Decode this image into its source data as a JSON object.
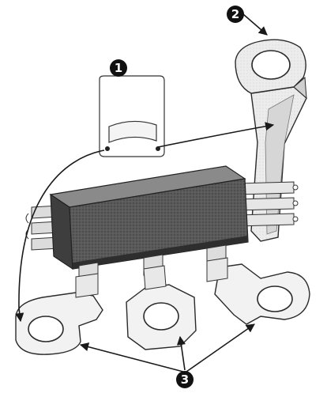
{
  "callouts": [
    {
      "id": "callout-1",
      "label": "1"
    },
    {
      "id": "callout-2",
      "label": "2"
    },
    {
      "id": "callout-3",
      "label": "3"
    }
  ],
  "colors": {
    "background": "#ffffff",
    "callout_fill": "#111111",
    "callout_text": "#ffffff",
    "component_body": "#4a4a4a",
    "terminal_fill": "#efefef",
    "outline": "#2a2a2a"
  }
}
